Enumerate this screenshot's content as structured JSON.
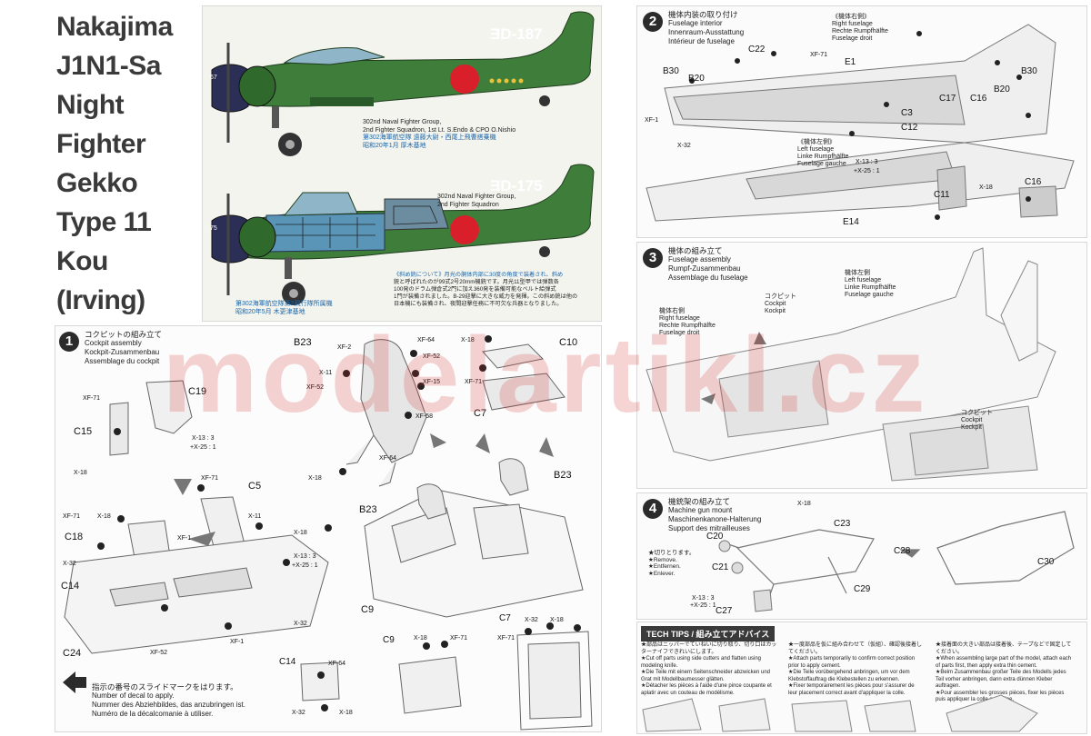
{
  "title": {
    "lines": [
      "Nakajima",
      "J1N1-Sa",
      "Night",
      "Fighter",
      "Gekko",
      "Type 11",
      "Kou",
      "(Irving)"
    ]
  },
  "profiles": {
    "top_code": "ƎD-187",
    "top_nose_number": "67",
    "top_caption": [
      "302nd Naval Fighter Group,",
      "2nd Fighter Squadron, 1st Lt. S.Endo & CPO O.Nishio",
      "第302海軍航空隊 遠藤大尉・西尾上飛曹搭乗機",
      "昭和20年1月 厚木基地"
    ],
    "bottom_code": "ƎD-175",
    "bottom_nose_number": "75",
    "bottom_caption": [
      "302nd Naval Fighter Group,",
      "2nd Fighter Squadron"
    ],
    "bottom_jp_caption": [
      "第302海軍航空隊第2飛行隊所属機",
      "昭和20年5月 木更津基地"
    ],
    "note_jp": [
      "《斜め銃について》月光の胴体内部に30度の角度で装着され、斜め",
      "銃と呼ばれたのが99式2号20mm機銃です。月光11型甲では弾数各",
      "100発のドラム弾倉式2門に加え360発を装備可能なベルト給弾式",
      "1門が装備されました。B-29迎撃に大きな威力を発揮。この斜め銃は他の",
      "日本機にも装備され、夜間迎撃任務に不可欠な兵器となりました。"
    ]
  },
  "step1": {
    "number": "1",
    "jp": "コクピットの組み立て",
    "en": "Cockpit assembly",
    "de": "Kockpit-Zusammenbau",
    "fr": "Assemblage du cockpit",
    "labels": [
      "C19",
      "C15",
      "XF-71",
      "X-13 : 3",
      "+X-25 : 1",
      "X-18",
      "C5",
      "XF-71",
      "X-11",
      "XF-71",
      "X-18",
      "C18",
      "XF-1",
      "X-32",
      "C14",
      "X-18",
      "X-13 : 3",
      "+X-25 : 1",
      "C24",
      "XF-52",
      "X-32",
      "XF-1",
      "B23",
      "XF-2",
      "X-11",
      "XF-52",
      "XF-64",
      "XF-52",
      "XF-15",
      "XF-58",
      "XF-64",
      "X-18",
      "X-18",
      "C10",
      "XF-71",
      "C7",
      "B23",
      "B23",
      "C9",
      "C14",
      "XF-64",
      "X-32",
      "X-18",
      "C9",
      "X-18",
      "XF-71",
      "C7",
      "X-32",
      "X-18",
      "XF-71"
    ],
    "decal_note_jp": "指示の番号のスライドマークをはります。",
    "decal_note_en": "Number of decal to apply.",
    "decal_note_de": "Nummer des Abziehbildes, das anzubringen ist.",
    "decal_note_fr": "Numéro de la décalcomanie à utiliser."
  },
  "step2": {
    "number": "2",
    "jp": "機体内装の取り付け",
    "en": "Fuselage interior",
    "de": "Innenraum-Ausstattung",
    "fr": "Intérieur de fuselage",
    "right_jp": "《機体右側》",
    "right_en": "Right fuselage",
    "right_de": "Rechte Rumpfhälfte",
    "right_fr": "Fuselage droit",
    "left_jp": "《機体左側》",
    "left_en": "Left fuselage",
    "left_de": "Linke Rumpfhälfte",
    "left_fr": "Fuselage gauche",
    "labels": [
      "B30",
      "B20",
      "C22",
      "E1",
      "B30",
      "B20",
      "C17",
      "C16",
      "C3",
      "C12",
      "C11",
      "C16",
      "E14",
      "X-32",
      "X-18",
      "XF-1",
      "X-13 : 3",
      "+X-25 : 1",
      "XF-71"
    ]
  },
  "step3": {
    "number": "3",
    "jp": "機体の組み立て",
    "en": "Fuselage assembly",
    "de": "Rumpf-Zusammenbau",
    "fr": "Assemblage du fuselage",
    "right_jp": "機体右側",
    "right_en": "Right fuselage",
    "right_de": "Rechte Rumpfhälfte",
    "right_fr": "Fuselage droit",
    "left_jp": "機体左側",
    "left_en": "Left fuselage",
    "left_de": "Linke Rumpfhälfte",
    "left_fr": "Fuselage gauche",
    "cockpit_jp": "コクピット",
    "cockpit_en": "Cockpit",
    "cockpit_de": "Kockpit"
  },
  "step4": {
    "number": "4",
    "jp": "機銃架の組み立て",
    "en": "Machine gun mount",
    "de": "Maschinenkanone-Halterung",
    "fr": "Support des mitrailleuses",
    "labels": [
      "C23",
      "C20",
      "C21",
      "C29",
      "C27",
      "C28",
      "C30",
      "X-18",
      "X-13 : 3",
      "+X-25 : 1"
    ],
    "remove_jp": "★切りとります。",
    "remove_en": "★Remove.",
    "remove_de": "★Entfernen.",
    "remove_fr": "★Enlever."
  },
  "tips": {
    "head": "TECH TIPS / 組み立てアドバイス",
    "col1": [
      "★部品はニッパーでていねいに切り取り、切り口はカッターナイフできれいにします。",
      "★Cut off parts using side cutters and flatten using modeling knife.",
      "★Die Teile mit einem Seitenschneider abzwicken und Grat mit Modellbaumesser glätten.",
      "★Détacher les pièces à l'aide d'une pince coupante et aplatir avec un couteau de modélisme."
    ],
    "col2": [
      "★一度部品を仮に組み合わせて（仮組）、確認後接着してください。",
      "★Attach parts temporarily to confirm correct position prior to apply cement.",
      "★Die Teile vorübergehend anbringen, um vor dem Klebstoffauftrag die Klebestellen zu erkennen.",
      "★Fixer temporairement les pièces pour s'assurer de leur placement correct avant d'appliquer la colle."
    ],
    "col3": [
      "★接着面の大きい部品は接着後、テープなどで固定してください。",
      "★When assembling large part of the model, attach each of parts first, then apply extra thin cement.",
      "★Beim Zusammenbau großer Teile des Modells jedes Teil vorher anbringen, dann extra dünnen Kleber auftragen.",
      "★Pour assembler les grosses pièces, fixer les pièces puis appliquer la colle extra-fine."
    ]
  },
  "watermark": "modelartikl.cz",
  "colors": {
    "aircraft_green": "#3f7d3a",
    "aircraft_dark": "#2b5a2a",
    "hinomaru": "#d9202a",
    "code_white": "#ffffff",
    "line_art": "#7a7a7a",
    "caption_blue": "#1a66a8",
    "watermark_red": "#d72828"
  }
}
